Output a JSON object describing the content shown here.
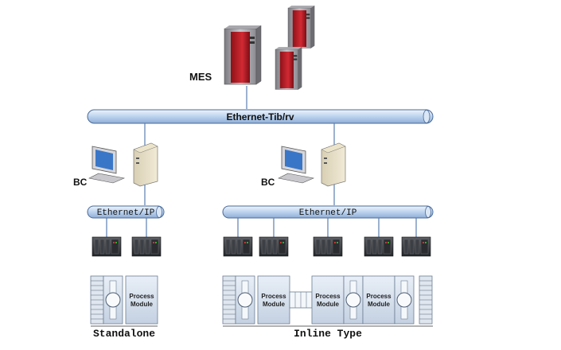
{
  "labels": {
    "mes": "MES",
    "bus_main": "Ethernet-Tib/rv",
    "bc_left": "BC",
    "bc_right": "BC",
    "bus_left": "Ethernet/IP",
    "bus_right": "Ethernet/IP",
    "standalone": "Standalone",
    "inline": "Inline Type",
    "module_line1": "Process",
    "module_line2": "Module"
  },
  "colors": {
    "bus_fill": "#c8daf0",
    "bus_stroke": "#4a6a99",
    "server_red": "#c8232c",
    "wire": "#5b7fb0"
  },
  "icons": [
    "server-icon",
    "monitor-icon",
    "pc-tower-icon",
    "plc-icon",
    "robot-icon",
    "loadport-icon"
  ]
}
